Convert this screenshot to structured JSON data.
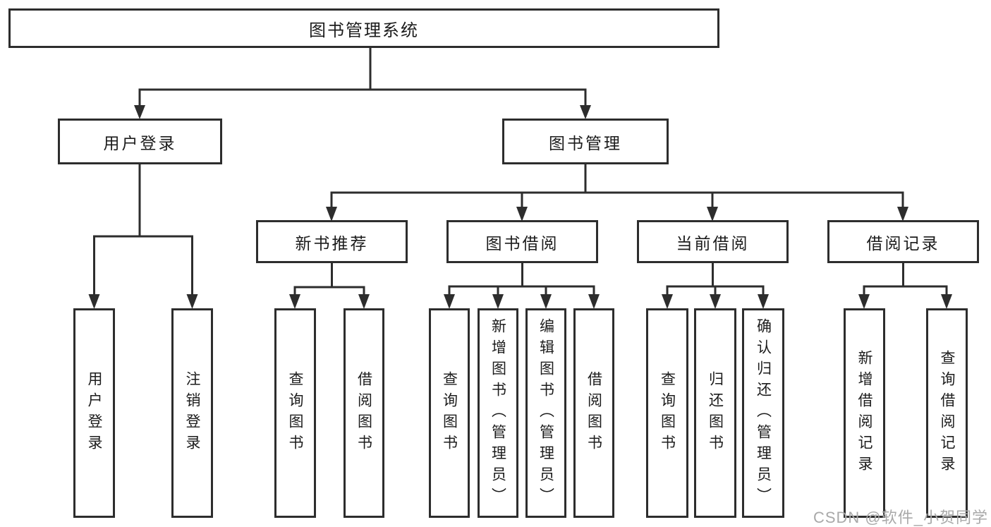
{
  "diagram": {
    "root": "图书管理系统",
    "children": [
      {
        "label": "用户登录",
        "children": [
          "用户登录",
          "注销登录"
        ]
      },
      {
        "label": "图书管理",
        "children": [
          {
            "label": "新书推荐",
            "children": [
              "查询图书",
              "借阅图书"
            ]
          },
          {
            "label": "图书借阅",
            "children": [
              "查询图书",
              "新增图书（管理员）",
              "编辑图书（管理员）",
              "借阅图书"
            ]
          },
          {
            "label": "当前借阅",
            "children": [
              "查询图书",
              "归还图书",
              "确认归还（管理员）"
            ]
          },
          {
            "label": "借阅记录",
            "children": [
              "新增借阅记录",
              "查询借阅记录"
            ]
          }
        ]
      }
    ]
  },
  "watermark": "CSDN @软件_小贺同学",
  "colors": {
    "line": "#2d2d2d",
    "text": "#1c1c1c",
    "background": "#ffffff",
    "watermark": "#a9a9a9"
  }
}
